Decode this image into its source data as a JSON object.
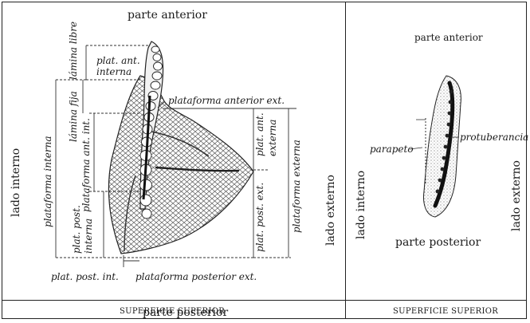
{
  "left_panel": {
    "top_label": "parte anterior",
    "bottom_label": "parte posterior",
    "side_left": "lado interno",
    "side_right": "lado externo",
    "lamina_libre": "lámina libre",
    "lamina_fija": "lámina fija",
    "plat_ant_interna_1": "plat. ant.",
    "plat_ant_interna_2": "interna",
    "plataforma_ant_int": "plataforma ant. int.",
    "plataforma_interna": "plataforma interna",
    "plataforma_anterior_ext": "plataforma anterior ext.",
    "plat_ant_externa_1": "plat. ant.",
    "plat_ant_externa_2": "externa",
    "plataforma_externa": "plataforma externa",
    "plat_post_ext": "plat. post. ext.",
    "plat_post_interna_1": "plat. post.",
    "plat_post_interna_2": "interna",
    "plat_post_int": "plat. post. int.",
    "plataforma_posterior_ext": "plataforma posterior ext.",
    "caption": "SUPERFICIE SUPERIOR"
  },
  "right_panel": {
    "top_label": "parte anterior",
    "bottom_label": "parte posterior",
    "side_left": "lado interno",
    "side_right": "lado externo",
    "parapeto": "parapeto",
    "protuberancia": "protuberancia",
    "caption": "SUPERFICIE SUPERIOR"
  }
}
